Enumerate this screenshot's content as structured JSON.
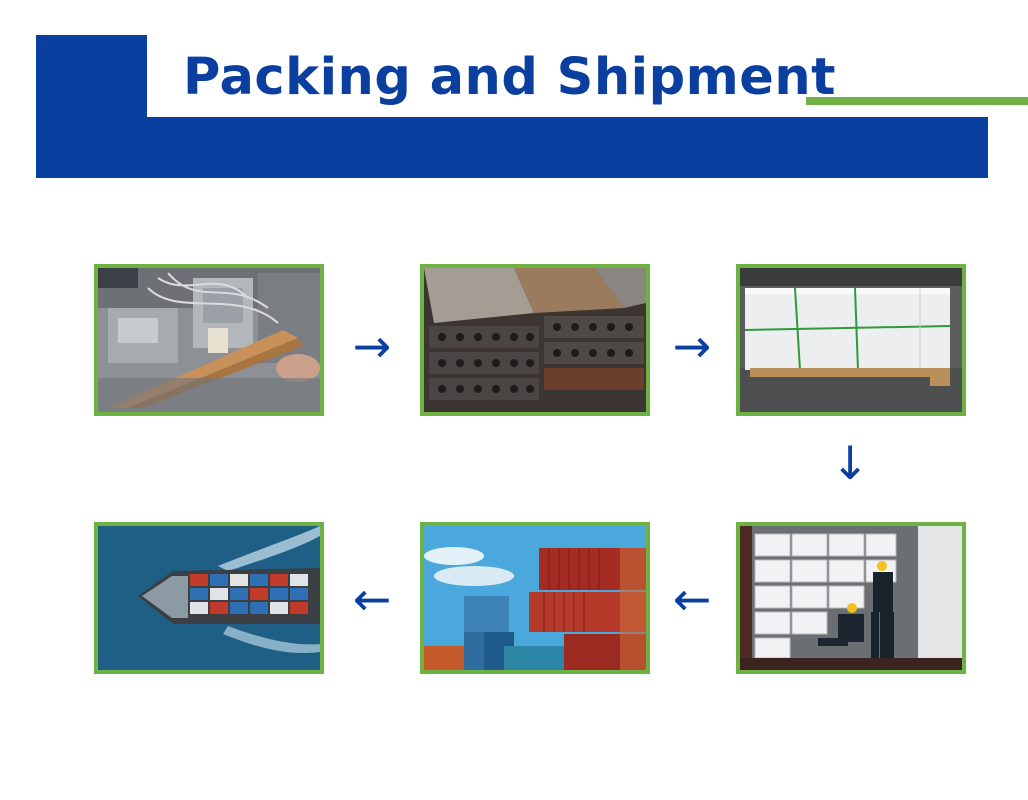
{
  "title": "Packing and Shipment",
  "colors": {
    "brand_blue": "#093f9e",
    "accent_green": "#70b244"
  },
  "steps": [
    {
      "name": "extrusion-machine-photo"
    },
    {
      "name": "hollow-decking-boards-photo"
    },
    {
      "name": "wrapped-pallet-photo"
    },
    {
      "name": "container-loading-photo"
    },
    {
      "name": "port-containers-photo"
    },
    {
      "name": "container-ship-photo"
    }
  ],
  "arrows": [
    "→",
    "→",
    "↓",
    "←",
    "←"
  ]
}
